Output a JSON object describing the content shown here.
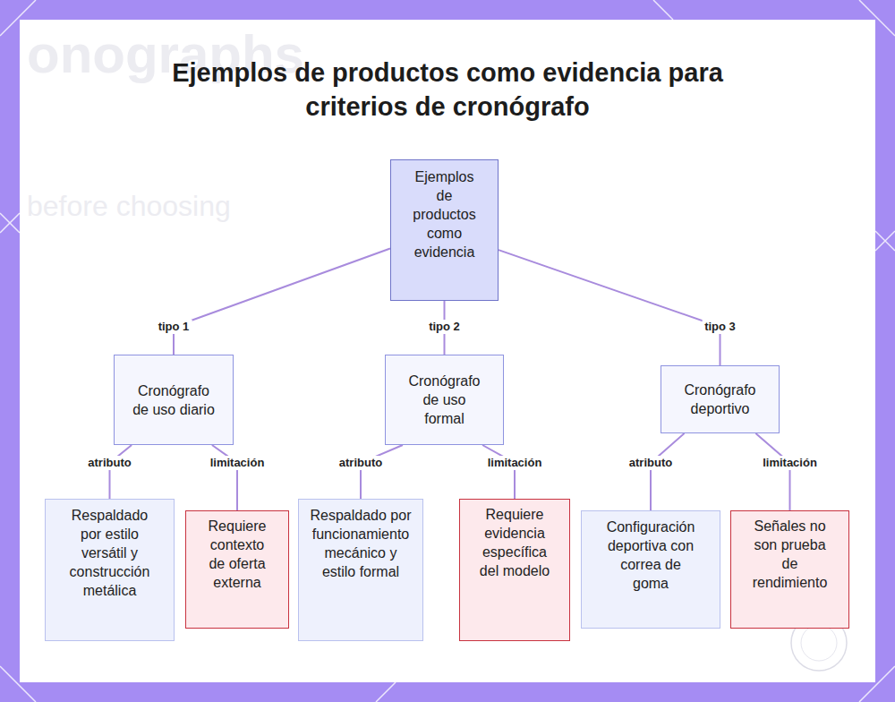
{
  "diagram": {
    "title": "Ejemplos de productos como evidencia para criterios de cronógrafo",
    "nodes": [
      {
        "text": [
          "Ejemplos de productos como evidencia"
        ]
      },
      {
        "text": [
          "Cronógrafo de uso diario"
        ]
      },
      {
        "text": [
          "Cronógrafo de uso formal"
        ]
      },
      {
        "text": [
          "Cronógrafo deportivo"
        ]
      },
      {
        "text": [
          "Respaldado por estilo versátil y construcción metálica"
        ]
      },
      {
        "text": [
          "Requiere contexto de oferta externa"
        ]
      },
      {
        "text": [
          "Respaldado por funcionamiento mecánico y estilo formal"
        ]
      },
      {
        "text": [
          "Requiere evidencia específica del modelo"
        ]
      },
      {
        "text": [
          "Configuración deportiva con correa de goma"
        ]
      },
      {
        "text": [
          "Señales no son prueba de rendimiento"
        ]
      }
    ],
    "edges": [
      {
        "from": 0,
        "to": 1,
        "label": "tipo 1",
        "arrow": "none"
      },
      {
        "from": 0,
        "to": 2,
        "label": "tipo 2",
        "arrow": "none"
      },
      {
        "from": 0,
        "to": 3,
        "label": "tipo 3",
        "arrow": "none"
      },
      {
        "from": 1,
        "to": 4,
        "label": "atributo",
        "arrow": "none"
      },
      {
        "from": 1,
        "to": 5,
        "label": "limitación",
        "arrow": "none"
      },
      {
        "from": 2,
        "to": 6,
        "label": "atributo",
        "arrow": "none"
      },
      {
        "from": 2,
        "to": 7,
        "label": "limitación",
        "arrow": "none"
      },
      {
        "from": 3,
        "to": 8,
        "label": "atributo",
        "arrow": "none"
      },
      {
        "from": 3,
        "to": 9,
        "label": "limitación",
        "arrow": "none"
      }
    ],
    "labels": [
      "onographs",
      "before choosing"
    ]
  }
}
